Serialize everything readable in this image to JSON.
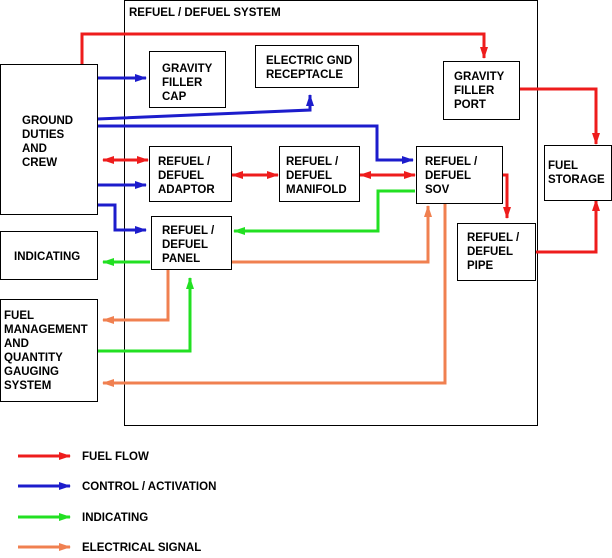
{
  "system_title": "REFUEL / DEFUEL SYSTEM",
  "boxes": {
    "ground_crew": [
      "GROUND",
      "DUTIES",
      "AND",
      "CREW"
    ],
    "indicating": [
      "INDICATING"
    ],
    "fmqgs": [
      "FUEL",
      "MANAGEMENT",
      "AND",
      "QUANTITY",
      "GAUGING",
      "SYSTEM"
    ],
    "gravity_filler_cap": [
      "GRAVITY",
      "FILLER",
      "CAP"
    ],
    "electric_gnd_receptacle": [
      "ELECTRIC GND",
      "RECEPTACLE"
    ],
    "gravity_filler_port": [
      "GRAVITY",
      "FILLER",
      "PORT"
    ],
    "refuel_adaptor": [
      "REFUEL /",
      "DEFUEL",
      "ADAPTOR"
    ],
    "refuel_manifold": [
      "REFUEL /",
      "DEFUEL",
      "MANIFOLD"
    ],
    "refuel_sov": [
      "REFUEL /",
      "DEFUEL",
      "SOV"
    ],
    "refuel_panel": [
      "REFUEL /",
      "DEFUEL",
      "PANEL"
    ],
    "refuel_pipe": [
      "REFUEL /",
      "DEFUEL",
      "PIPE"
    ],
    "fuel_storage": [
      "FUEL",
      "STORAGE"
    ]
  },
  "legend": [
    {
      "label": "FUEL FLOW",
      "color": "#ee1c1c"
    },
    {
      "label": "CONTROL / ACTIVATION",
      "color": "#1c1ccc"
    },
    {
      "label": "INDICATING",
      "color": "#22e022"
    },
    {
      "label": "ELECTRICAL SIGNAL",
      "color": "#f08050"
    }
  ],
  "colors": {
    "fuel_flow": "#ee1c1c",
    "control": "#1c1ccc",
    "indicating": "#22e022",
    "electrical": "#f08050"
  }
}
